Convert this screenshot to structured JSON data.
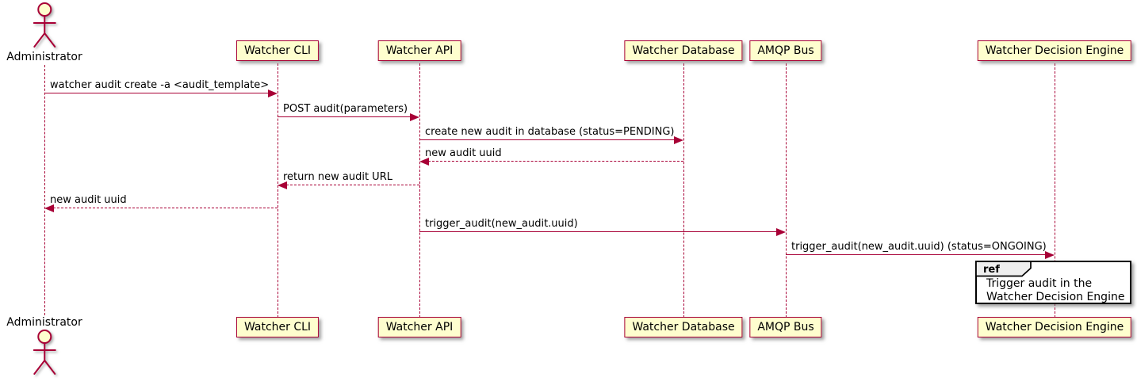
{
  "diagram": {
    "type": "sequence",
    "participants": [
      {
        "id": "administrator",
        "label": "Administrator",
        "kind": "actor"
      },
      {
        "id": "watcher-cli",
        "label": "Watcher CLI",
        "kind": "participant"
      },
      {
        "id": "watcher-api",
        "label": "Watcher API",
        "kind": "participant"
      },
      {
        "id": "watcher-database",
        "label": "Watcher Database",
        "kind": "participant"
      },
      {
        "id": "amqp-bus",
        "label": "AMQP Bus",
        "kind": "participant"
      },
      {
        "id": "watcher-decision-engine",
        "label": "Watcher Decision Engine",
        "kind": "participant"
      }
    ],
    "messages": [
      {
        "from": "administrator",
        "to": "watcher-cli",
        "label": "watcher audit create -a <audit_template>",
        "line": "solid"
      },
      {
        "from": "watcher-cli",
        "to": "watcher-api",
        "label": "POST audit(parameters)",
        "line": "solid"
      },
      {
        "from": "watcher-api",
        "to": "watcher-database",
        "label": "create new audit in database (status=PENDING)",
        "line": "solid"
      },
      {
        "from": "watcher-database",
        "to": "watcher-api",
        "label": "new audit uuid",
        "line": "dashed"
      },
      {
        "from": "watcher-api",
        "to": "watcher-cli",
        "label": "return new audit URL",
        "line": "dashed"
      },
      {
        "from": "watcher-cli",
        "to": "administrator",
        "label": "new audit uuid",
        "line": "dashed"
      },
      {
        "from": "watcher-api",
        "to": "amqp-bus",
        "label": "trigger_audit(new_audit.uuid)",
        "line": "solid"
      },
      {
        "from": "amqp-bus",
        "to": "watcher-decision-engine",
        "label": "trigger_audit(new_audit.uuid) (status=ONGOING)",
        "line": "solid"
      }
    ],
    "ref_fragment": {
      "keyword": "ref",
      "lines": [
        "Trigger audit in the",
        "Watcher Decision Engine"
      ],
      "over": "watcher-decision-engine"
    },
    "colors": {
      "participant_fill": "#FEFECE",
      "participant_border": "#A80036",
      "message_line": "#A80036",
      "text": "#000000",
      "ref_fill": "#FFFFFF",
      "ref_border": "#000000",
      "ref_header_fill": "#EEEEEE"
    }
  }
}
